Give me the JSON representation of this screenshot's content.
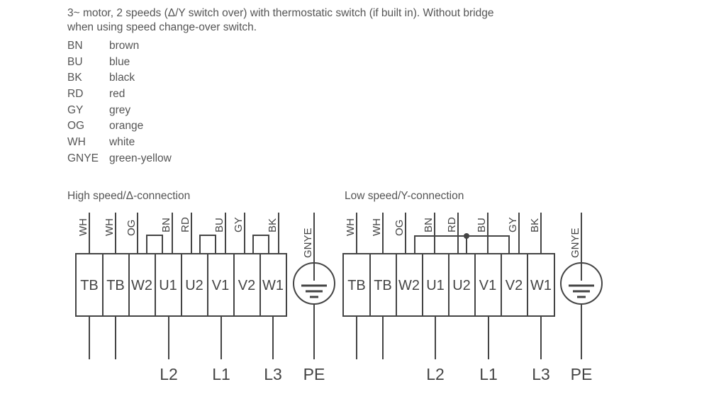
{
  "intro": {
    "line1": "3~ motor, 2 speeds (Δ/Y switch over) with thermostatic switch (if built in). Without bridge",
    "line2": "when using speed change-over switch."
  },
  "legend": [
    {
      "code": "BN",
      "name": "brown"
    },
    {
      "code": "BU",
      "name": "blue"
    },
    {
      "code": "BK",
      "name": "black"
    },
    {
      "code": "RD",
      "name": "red"
    },
    {
      "code": "GY",
      "name": "grey"
    },
    {
      "code": "OG",
      "name": "orange"
    },
    {
      "code": "WH",
      "name": "white"
    },
    {
      "code": "GNYE",
      "name": "green-yellow"
    }
  ],
  "high": {
    "title": "High speed/Δ-connection",
    "wires": [
      "WH",
      "WH",
      "OG",
      "BN",
      "RD",
      "BU",
      "GY",
      "BK"
    ],
    "terminals": [
      "TB",
      "TB",
      "W2",
      "U1",
      "U2",
      "V1",
      "V2",
      "W1"
    ],
    "earth_wire": "GNYE",
    "lines": [
      "L2",
      "L1",
      "L3",
      "PE"
    ]
  },
  "low": {
    "title": "Low speed/Y-connection",
    "wires": [
      "WH",
      "WH",
      "OG",
      "BN",
      "RD",
      "BU",
      "GY",
      "BK"
    ],
    "terminals": [
      "TB",
      "TB",
      "W2",
      "U1",
      "U2",
      "V1",
      "V2",
      "W1"
    ],
    "earth_wire": "GNYE",
    "lines": [
      "L2",
      "L1",
      "L3",
      "PE"
    ]
  }
}
